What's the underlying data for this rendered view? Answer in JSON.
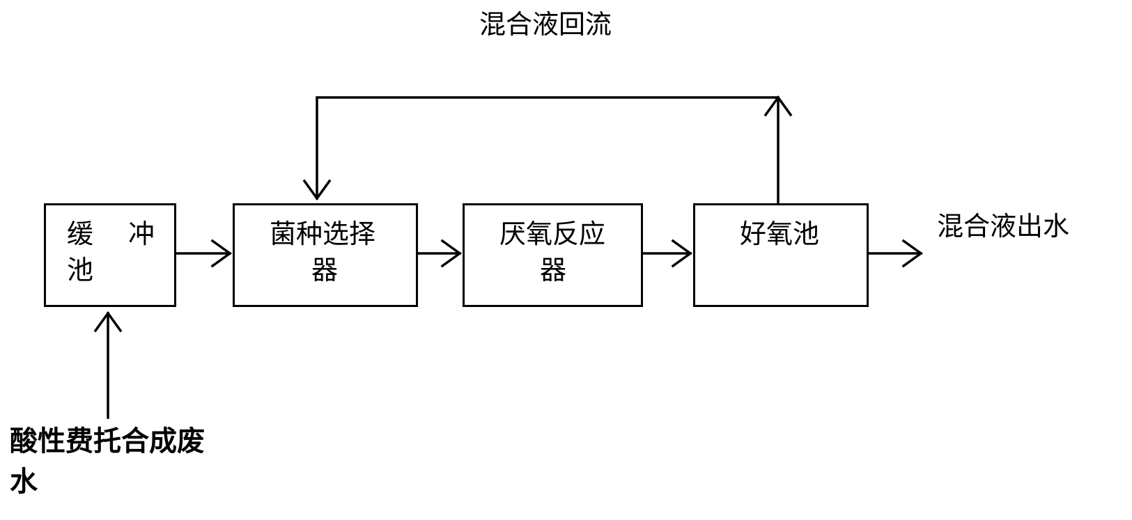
{
  "labels": {
    "recycle": "混合液回流",
    "outlet": "混合液出水",
    "inlet_line1": "酸性费托合成废",
    "inlet_line2": "水"
  },
  "boxes": {
    "buffer": {
      "line1a": "缓",
      "line1b": "冲",
      "line2": "池"
    },
    "selector": {
      "line1": "菌种选择",
      "line2": "器"
    },
    "anaerobic": {
      "line1": "厌氧反应",
      "line2": "器"
    },
    "aerobic": {
      "line1": "好氧池"
    }
  },
  "colors": {
    "stroke": "#000000",
    "background": "#ffffff"
  }
}
